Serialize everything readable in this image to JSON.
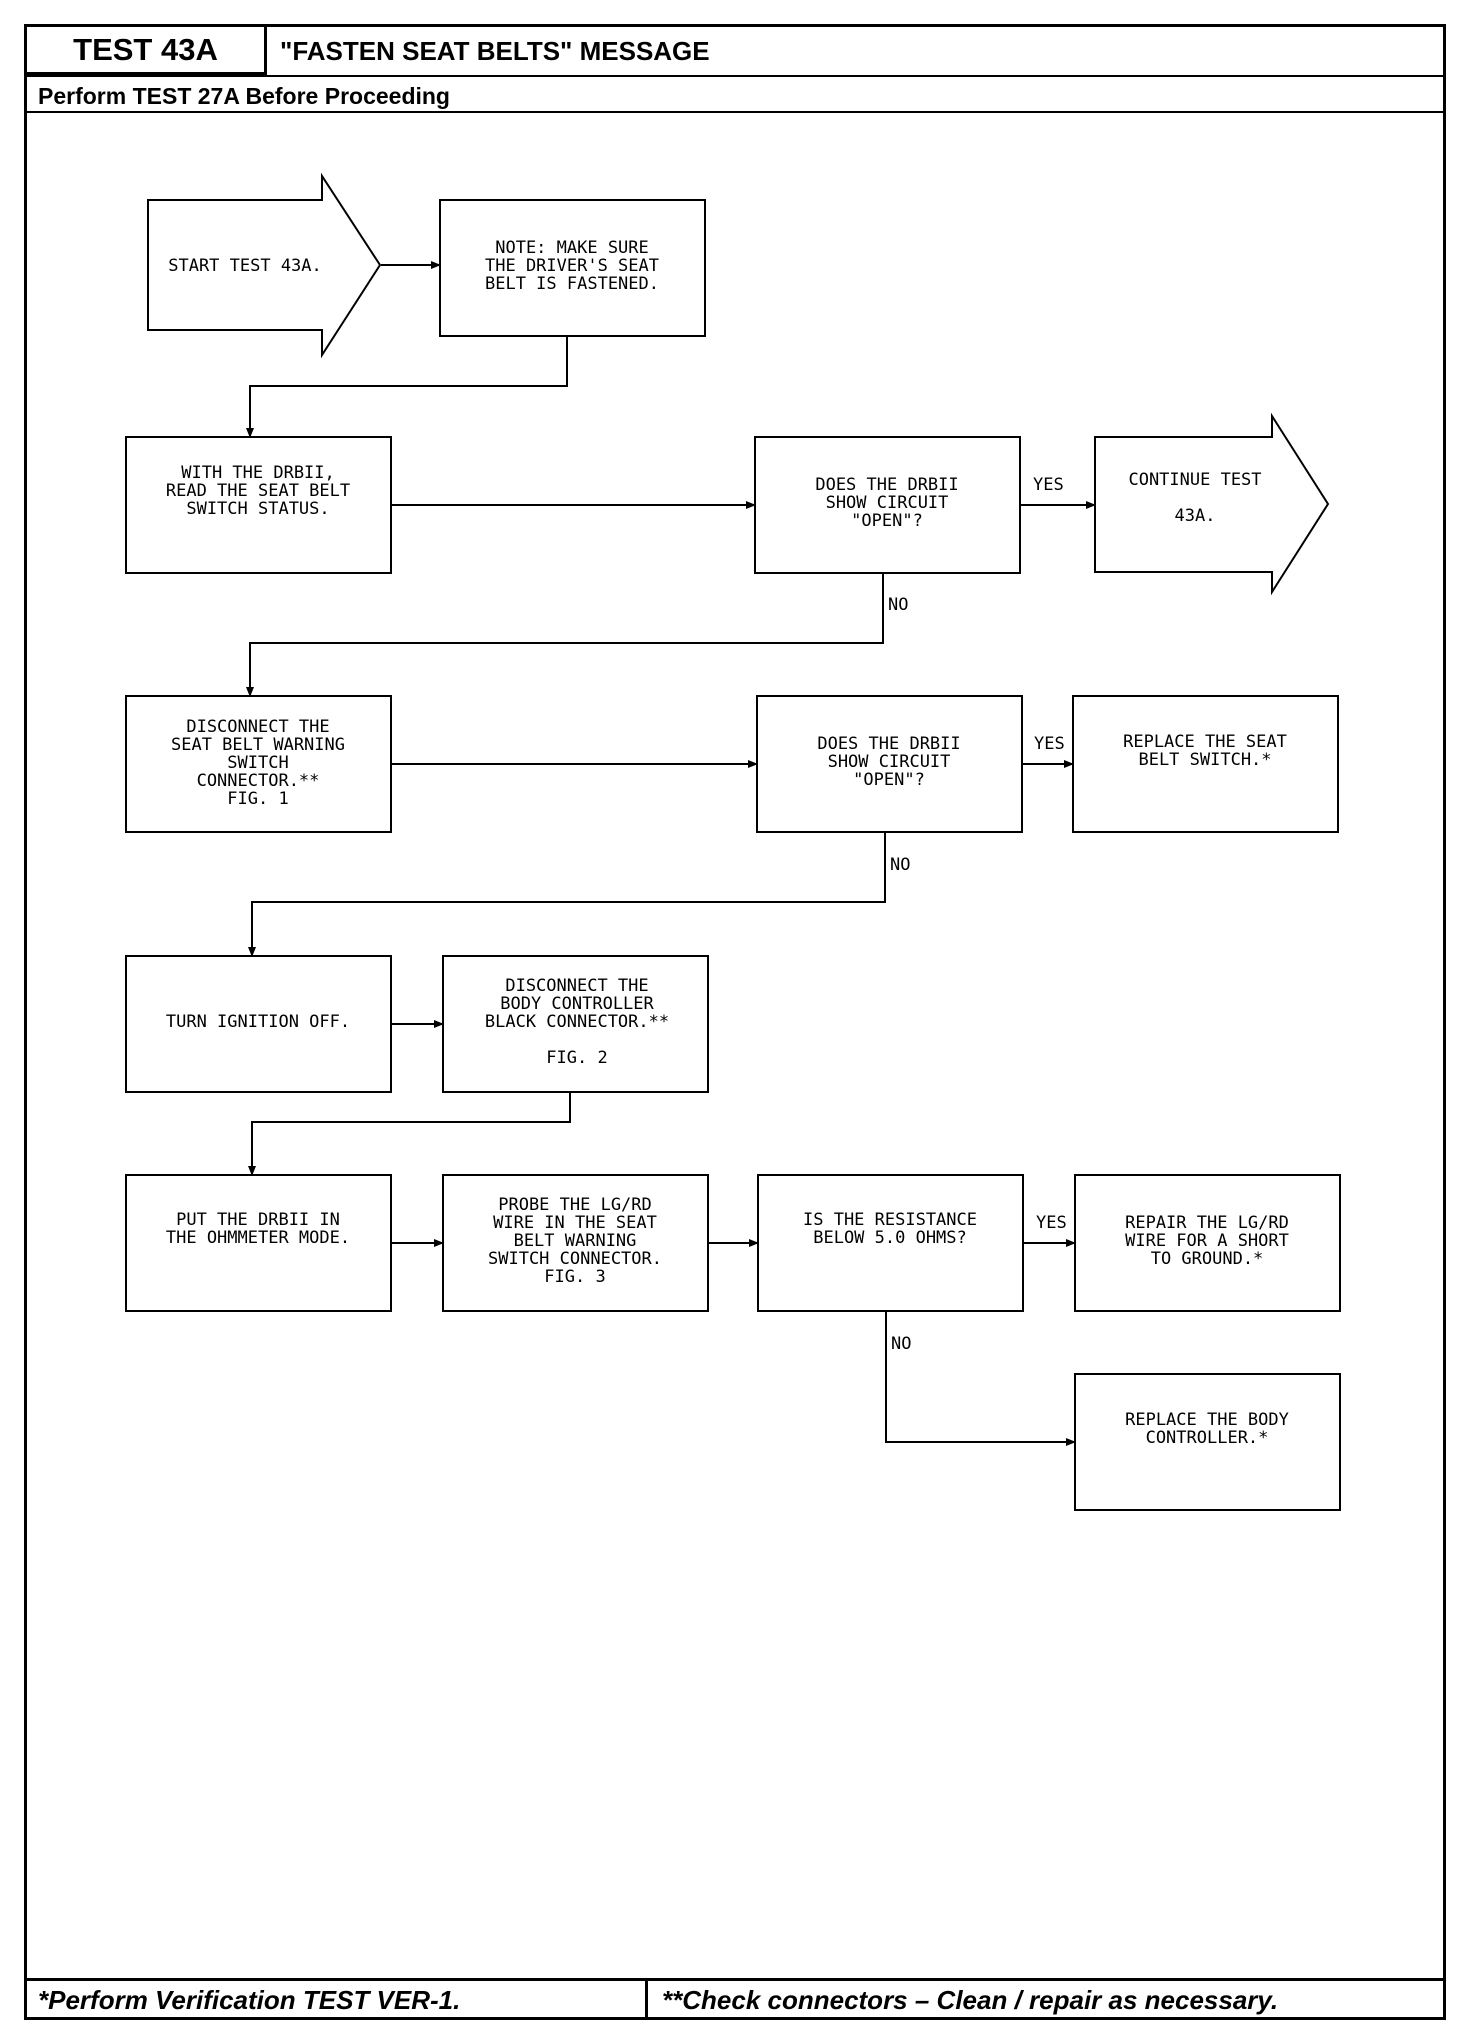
{
  "header": {
    "test_id": "TEST 43A",
    "title": "\"FASTEN SEAT BELTS\" MESSAGE",
    "prerequisite": "Perform TEST 27A Before Proceeding"
  },
  "footer": {
    "left": "*Perform Verification TEST VER-1.",
    "right": "**Check connectors – Clean / repair as necessary."
  },
  "flowchart": {
    "start": [
      "START TEST 43A."
    ],
    "note": [
      "NOTE: MAKE SURE",
      "THE DRIVER'S SEAT",
      "BELT IS FASTENED."
    ],
    "read_status": [
      "WITH THE DRBII,",
      "READ THE SEAT BELT",
      "SWITCH STATUS."
    ],
    "q1": [
      "DOES THE DRBII",
      "SHOW CIRCUIT",
      "\"OPEN\"?"
    ],
    "continue": [
      "CONTINUE TEST",
      "43A."
    ],
    "disconnect_switch": [
      "DISCONNECT THE",
      "SEAT BELT WARNING",
      "SWITCH",
      "CONNECTOR.**",
      "FIG. 1"
    ],
    "q2": [
      "DOES THE DRBII",
      "SHOW CIRCUIT",
      "\"OPEN\"?"
    ],
    "replace_switch": [
      "REPLACE THE SEAT",
      "BELT SWITCH.*"
    ],
    "ignition_off": [
      "TURN IGNITION OFF."
    ],
    "disconnect_controller": [
      "DISCONNECT THE",
      "BODY CONTROLLER",
      "BLACK CONNECTOR.**",
      "",
      "FIG. 2"
    ],
    "ohmmeter": [
      "PUT THE DRBII IN",
      "THE OHMMETER MODE."
    ],
    "probe": [
      "PROBE THE LG/RD",
      "WIRE IN THE SEAT",
      "BELT WARNING",
      "SWITCH CONNECTOR.",
      "FIG. 3"
    ],
    "q3": [
      "IS THE RESISTANCE",
      "BELOW 5.0 OHMS?"
    ],
    "repair_wire": [
      "REPAIR THE LG/RD",
      "WIRE FOR A SHORT",
      "TO GROUND.*"
    ],
    "replace_controller": [
      "REPLACE THE BODY",
      "CONTROLLER.*"
    ],
    "labels": {
      "yes": "YES",
      "no": "NO"
    }
  }
}
